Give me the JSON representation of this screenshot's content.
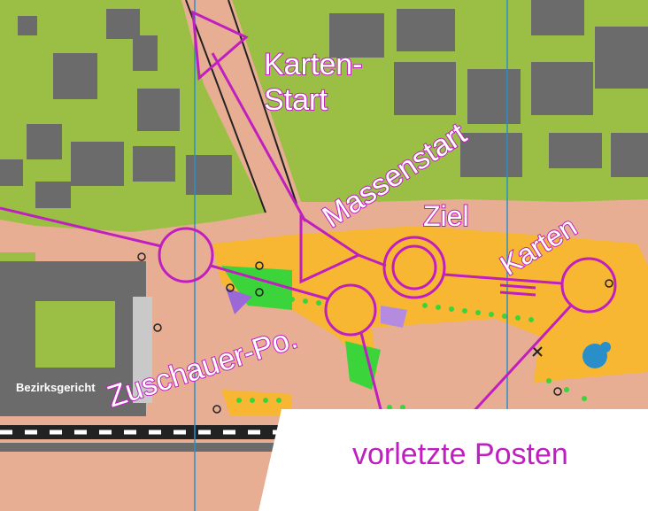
{
  "map": {
    "labels": {
      "karten_start_line1": "Karten-",
      "karten_start_line2": "Start",
      "massenstart": "Massenstart",
      "ziel": "Ziel",
      "karten": "Karten",
      "zuschauer_posten": "Zuschauer-Po.",
      "vorletzte_posten": "vorletzte Posten",
      "bezirksgericht": "Bezirksgericht"
    },
    "colors": {
      "vegetation_green": "#9bbf45",
      "paved_area": "#e8ae94",
      "building": "#6b6b6b",
      "open_land_yellow": "#f7b733",
      "course_overprint": "#c01fc0",
      "magnetic_north_line": "#2a8fc9",
      "bright_green": "#3bd43b",
      "water_blue": "#2a8fc9"
    },
    "symbols": [
      "start-triangle",
      "mass-start-triangle",
      "finish-double-circle",
      "control-circle",
      "magnetic-north-line",
      "building",
      "railway"
    ]
  }
}
